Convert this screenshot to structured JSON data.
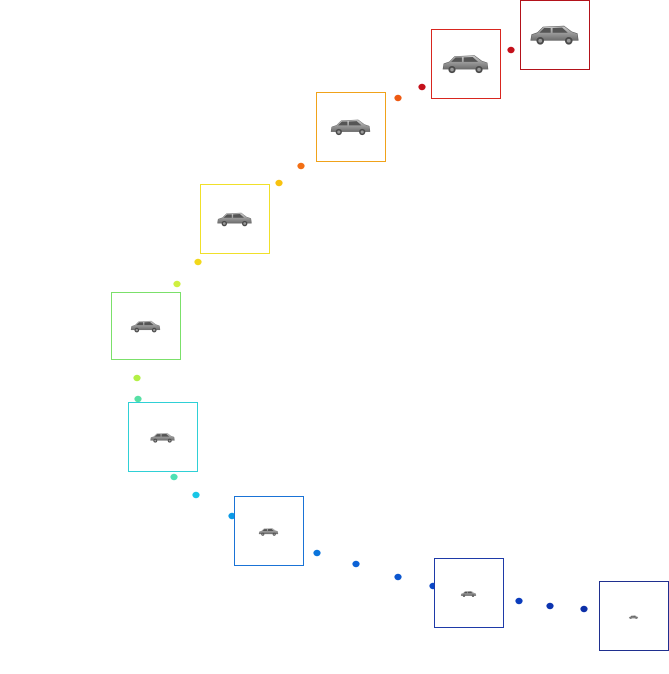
{
  "figure": {
    "description_icon": "car-icon",
    "frames": [
      {
        "id": "frame-1",
        "color": "#1f2f8f",
        "car_scale": 0.18
      },
      {
        "id": "frame-2",
        "color": "#1e3aa8",
        "car_scale": 0.3
      },
      {
        "id": "frame-3",
        "color": "#1a73d6",
        "car_scale": 0.38
      },
      {
        "id": "frame-4",
        "color": "#2fd0d6",
        "car_scale": 0.48
      },
      {
        "id": "frame-5",
        "color": "#7be06a",
        "car_scale": 0.58
      },
      {
        "id": "frame-6",
        "color": "#f0e02a",
        "car_scale": 0.68
      },
      {
        "id": "frame-7",
        "color": "#f0a21a",
        "car_scale": 0.78
      },
      {
        "id": "frame-8",
        "color": "#d8261f",
        "car_scale": 0.9
      },
      {
        "id": "frame-9",
        "color": "#b3121a",
        "car_scale": 0.95
      }
    ],
    "trajectory_dots": [
      {
        "color": "#0c2fa8"
      },
      {
        "color": "#0c34b0"
      },
      {
        "color": "#0a3cbc"
      },
      {
        "color": "#0a47c6"
      },
      {
        "color": "#0b56cf"
      },
      {
        "color": "#0c62d6"
      },
      {
        "color": "#0a74dc"
      },
      {
        "color": "#0a9ae6"
      },
      {
        "color": "#18c6e6"
      },
      {
        "color": "#4fe0b4"
      },
      {
        "color": "#57e0a5"
      },
      {
        "color": "#b3f045"
      },
      {
        "color": "#cff040"
      },
      {
        "color": "#f2d81a"
      },
      {
        "color": "#f8c20f"
      },
      {
        "color": "#f26f14"
      },
      {
        "color": "#ee5a12"
      },
      {
        "color": "#c4101a"
      }
    ]
  }
}
